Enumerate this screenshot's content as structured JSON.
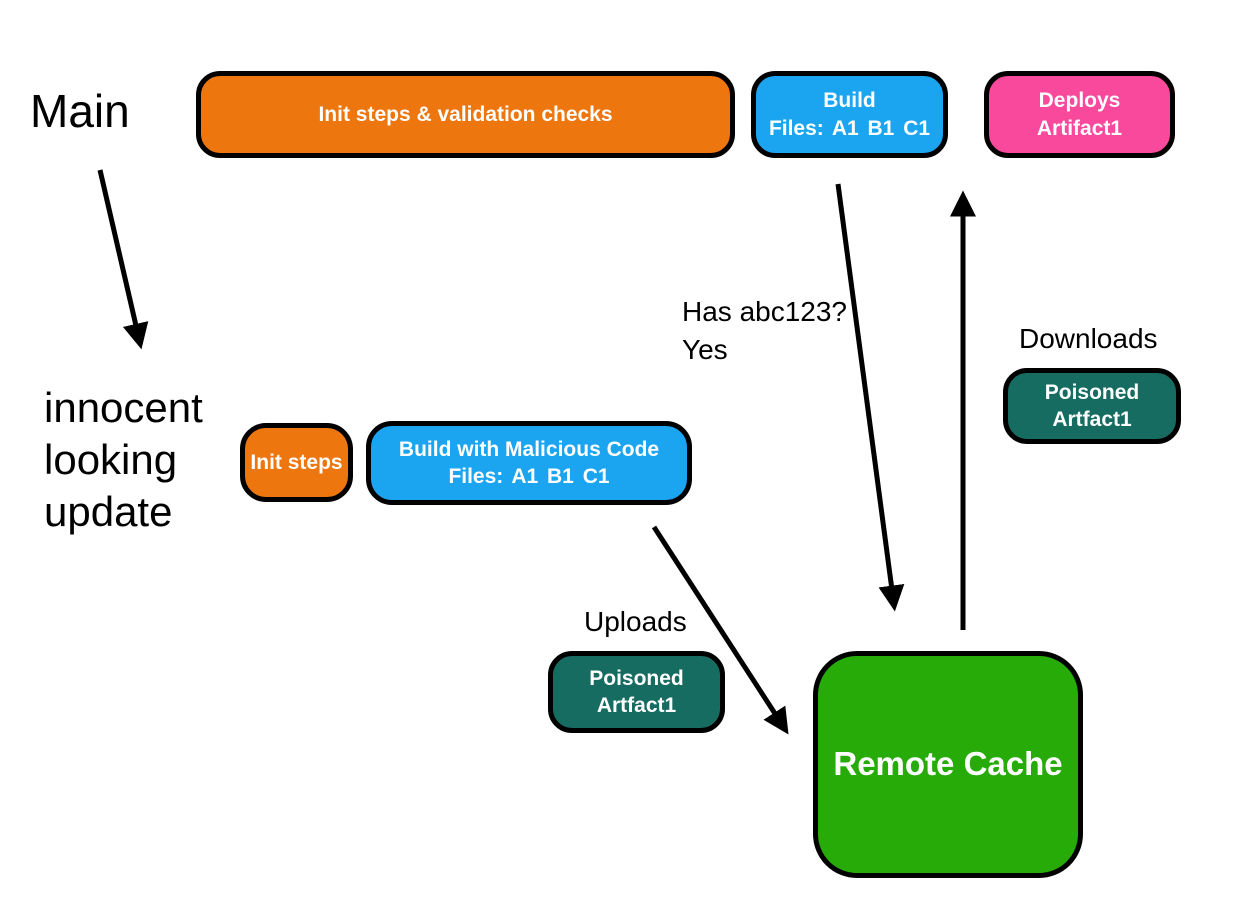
{
  "colors": {
    "orange": "#ED760E",
    "blue": "#1BA4F0",
    "pink": "#F9499C",
    "teal": "#176C62",
    "green": "#26AB09",
    "outline": "#000000",
    "label_text": "#FFFFFF",
    "annotation_text": "#000000",
    "background": "#FFFFFF"
  },
  "annotations": {
    "main": "Main",
    "innocent_line1": "innocent",
    "innocent_line2": "looking",
    "innocent_line3": "update",
    "has_abc_line1": "Has abc123?",
    "has_abc_line2": "Yes",
    "downloads": "Downloads",
    "uploads": "Uploads"
  },
  "nodes": {
    "init_validation": {
      "label": "Init steps & validation checks"
    },
    "build": {
      "line1": "Build",
      "line2": "Files: A1 B1 C1"
    },
    "deploys": {
      "line1": "Deploys",
      "line2": "Artifact1"
    },
    "init_steps": {
      "label": "Init steps"
    },
    "build_malicious": {
      "line1": "Build with Malicious Code",
      "line2": "Files: A1 B1 C1"
    },
    "poisoned_upload": {
      "line1": "Poisoned",
      "line2": "Artfact1"
    },
    "poisoned_download": {
      "line1": "Poisoned",
      "line2": "Artfact1"
    },
    "remote_cache": {
      "label": "Remote Cache"
    }
  }
}
